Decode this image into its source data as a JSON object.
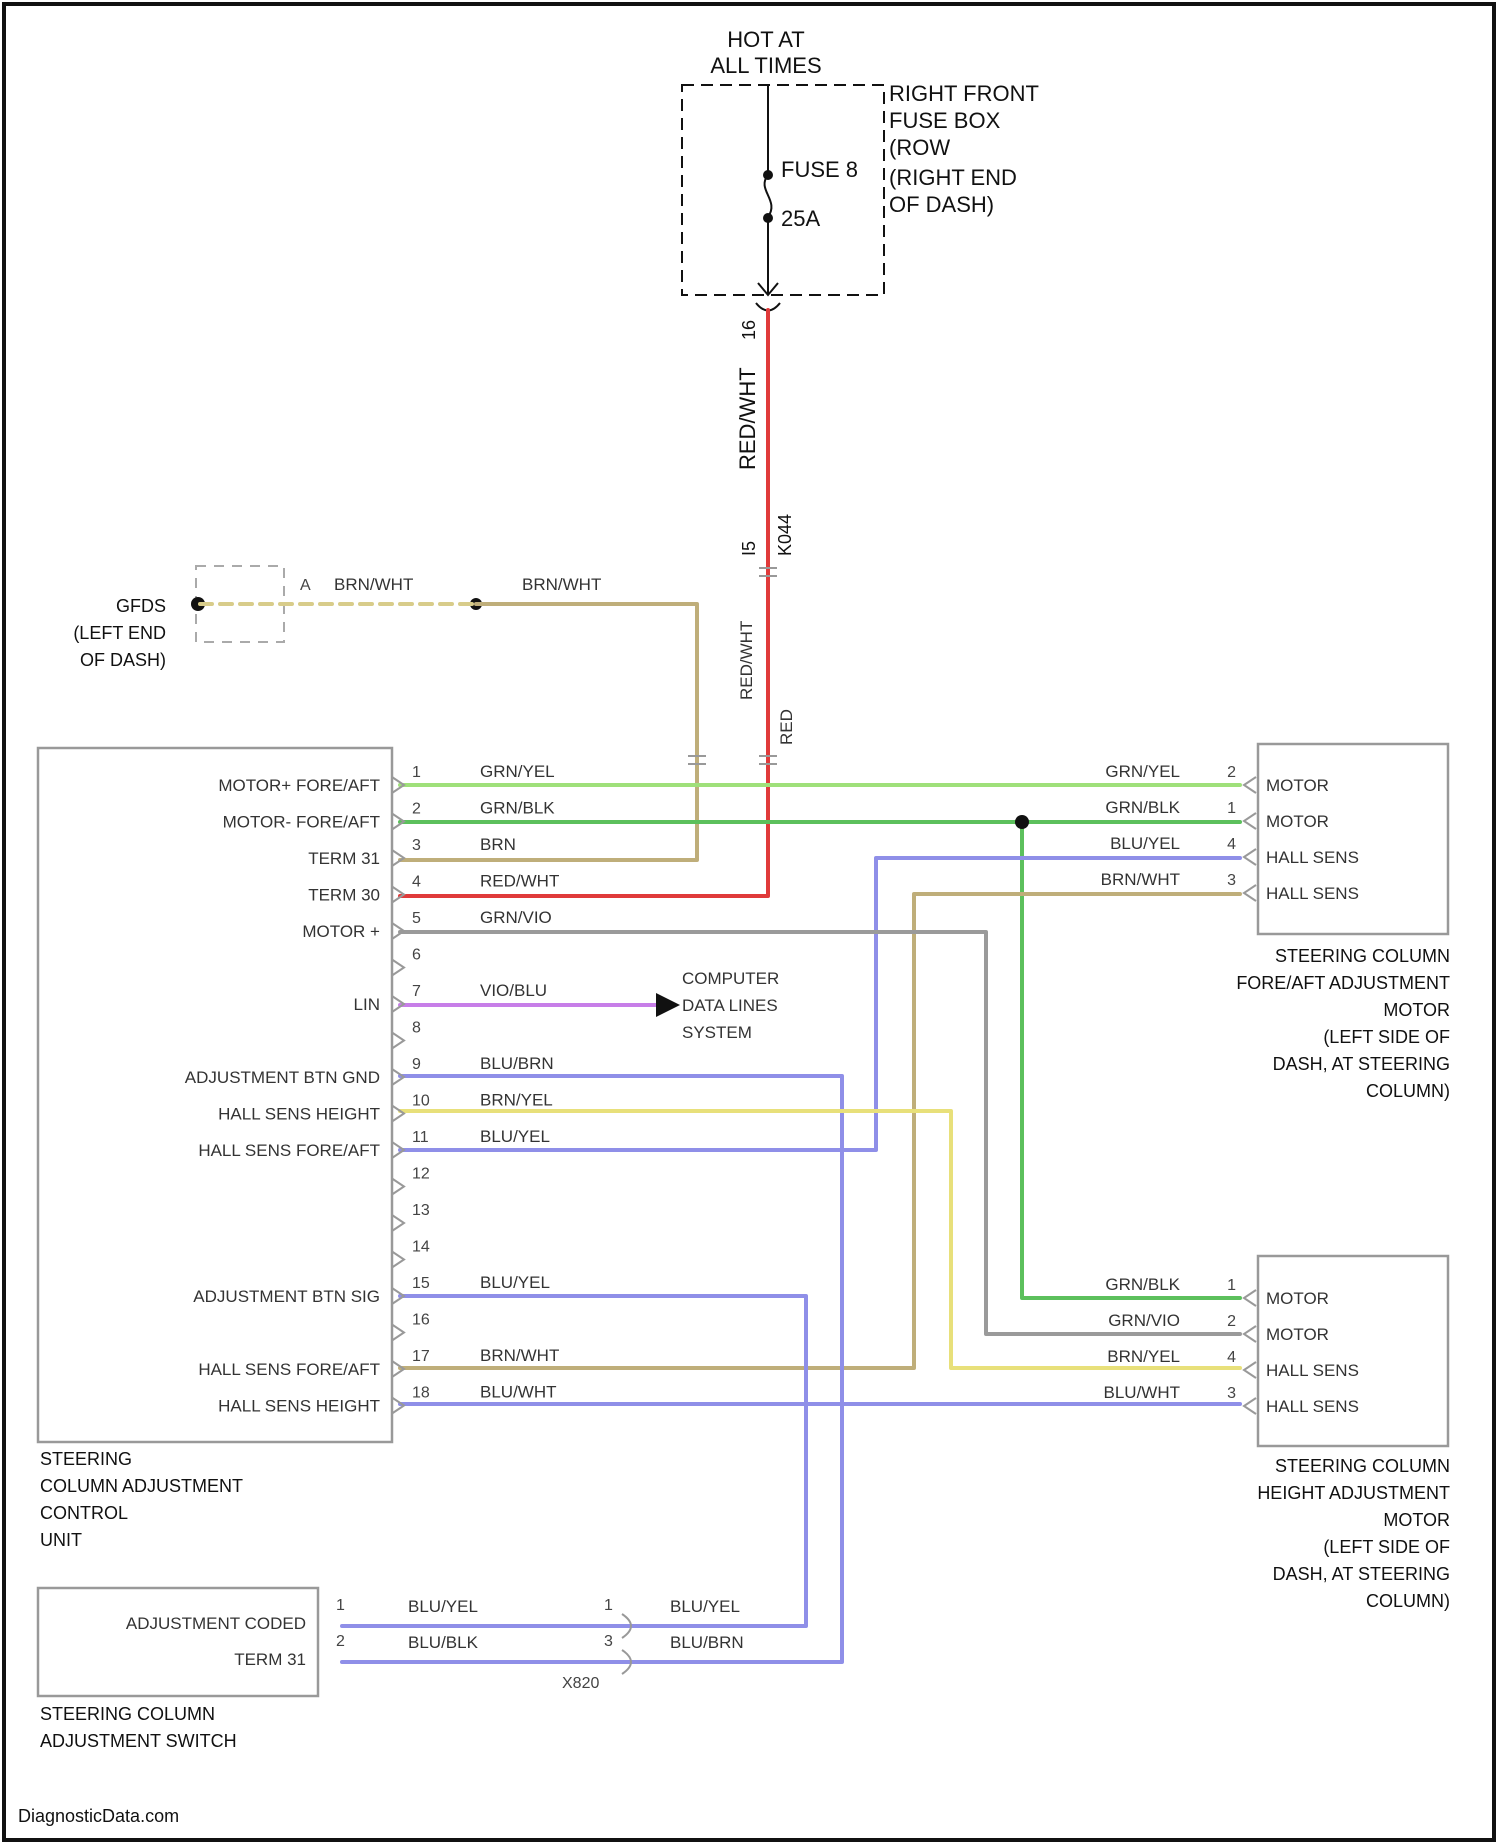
{
  "colors": {
    "power": "#e03a3a",
    "grn_yel": "#9fe07a",
    "grn_blk": "#5cc05c",
    "brn": "#bfae7a",
    "blu": "#8f8fe8",
    "vio": "#c77ee8",
    "yel": "#e8e07a",
    "gry": "#9a9a9a",
    "dashed": "#d8cc8a",
    "component": "#999999"
  },
  "supply": {
    "hot_line1": "HOT AT",
    "hot_line2": "ALL TIMES",
    "fusebox_lines": [
      "RIGHT FRONT",
      "FUSE BOX",
      "(ROW",
      "(RIGHT END",
      "OF DASH)"
    ],
    "fuse_name": "FUSE 8",
    "fuse_rating": "25A",
    "pin_top": "16",
    "wire_color": "RED/WHT",
    "pin_bottom": "I5",
    "connector_id": "K044"
  },
  "ground": {
    "name_lines": [
      "GFDS",
      "(LEFT END",
      "OF DASH)"
    ],
    "pin": "A",
    "wire_a": "BRN/WHT",
    "wire_b": "BRN/WHT",
    "wire_vertical": "RED/WHT",
    "wire_vertical_b": "RED"
  },
  "control_unit": {
    "name_lines": [
      "STEERING",
      "COLUMN ADJUSTMENT",
      "CONTROL",
      "UNIT"
    ],
    "pins": [
      {
        "pin": "1",
        "label": "MOTOR+ FORE/AFT",
        "wire": "GRN/YEL"
      },
      {
        "pin": "2",
        "label": "MOTOR- FORE/AFT",
        "wire": "GRN/BLK"
      },
      {
        "pin": "3",
        "label": "TERM 31",
        "wire": "BRN"
      },
      {
        "pin": "4",
        "label": "TERM 30",
        "wire": "RED/WHT"
      },
      {
        "pin": "5",
        "label": "MOTOR +",
        "wire": "GRN/VIO"
      },
      {
        "pin": "6",
        "label": "",
        "wire": ""
      },
      {
        "pin": "7",
        "label": "LIN",
        "wire": "VIO/BLU"
      },
      {
        "pin": "8",
        "label": "",
        "wire": ""
      },
      {
        "pin": "9",
        "label": "ADJUSTMENT BTN GND",
        "wire": "BLU/BRN"
      },
      {
        "pin": "10",
        "label": "HALL SENS HEIGHT",
        "wire": "BRN/YEL"
      },
      {
        "pin": "11",
        "label": "HALL SENS FORE/AFT",
        "wire": "BLU/YEL"
      },
      {
        "pin": "12",
        "label": "",
        "wire": ""
      },
      {
        "pin": "13",
        "label": "",
        "wire": ""
      },
      {
        "pin": "14",
        "label": "",
        "wire": ""
      },
      {
        "pin": "15",
        "label": "ADJUSTMENT BTN SIG",
        "wire": "BLU/YEL"
      },
      {
        "pin": "16",
        "label": "",
        "wire": ""
      },
      {
        "pin": "17",
        "label": "HALL SENS FORE/AFT",
        "wire": "BRN/WHT"
      },
      {
        "pin": "18",
        "label": "HALL SENS HEIGHT",
        "wire": "BLU/WHT"
      }
    ]
  },
  "data_lines": [
    "COMPUTER",
    "DATA LINES",
    "SYSTEM"
  ],
  "fore_aft_motor": {
    "name_lines": [
      "STEERING COLUMN",
      "FORE/AFT ADJUSTMENT",
      "MOTOR",
      "(LEFT SIDE OF",
      "DASH, AT STEERING",
      "COLUMN)"
    ],
    "pins": [
      {
        "pin": "2",
        "label": "MOTOR",
        "wire": "GRN/YEL"
      },
      {
        "pin": "1",
        "label": "MOTOR",
        "wire": "GRN/BLK"
      },
      {
        "pin": "4",
        "label": "HALL SENS",
        "wire": "BLU/YEL"
      },
      {
        "pin": "3",
        "label": "HALL SENS",
        "wire": "BRN/WHT"
      }
    ]
  },
  "height_motor": {
    "name_lines": [
      "STEERING COLUMN",
      "HEIGHT ADJUSTMENT",
      "MOTOR",
      "(LEFT SIDE OF",
      "DASH, AT STEERING",
      "COLUMN)"
    ],
    "pins": [
      {
        "pin": "1",
        "label": "MOTOR",
        "wire": "GRN/BLK"
      },
      {
        "pin": "2",
        "label": "MOTOR",
        "wire": "GRN/VIO"
      },
      {
        "pin": "4",
        "label": "HALL SENS",
        "wire": "BRN/YEL"
      },
      {
        "pin": "3",
        "label": "HALL SENS",
        "wire": "BLU/WHT"
      }
    ]
  },
  "switch": {
    "name_lines": [
      "STEERING COLUMN",
      "ADJUSTMENT SWITCH"
    ],
    "pins": [
      {
        "pin": "1",
        "label": "ADJUSTMENT CODED",
        "wire": "BLU/YEL"
      },
      {
        "pin": "2",
        "label": "TERM 31",
        "wire": "BLU/BLK"
      }
    ],
    "inline_pins": [
      "1",
      "3"
    ],
    "inline_wires": [
      "BLU/YEL",
      "BLU/BRN"
    ],
    "inline_connector": "X820"
  },
  "footer": "DiagnosticData.com"
}
